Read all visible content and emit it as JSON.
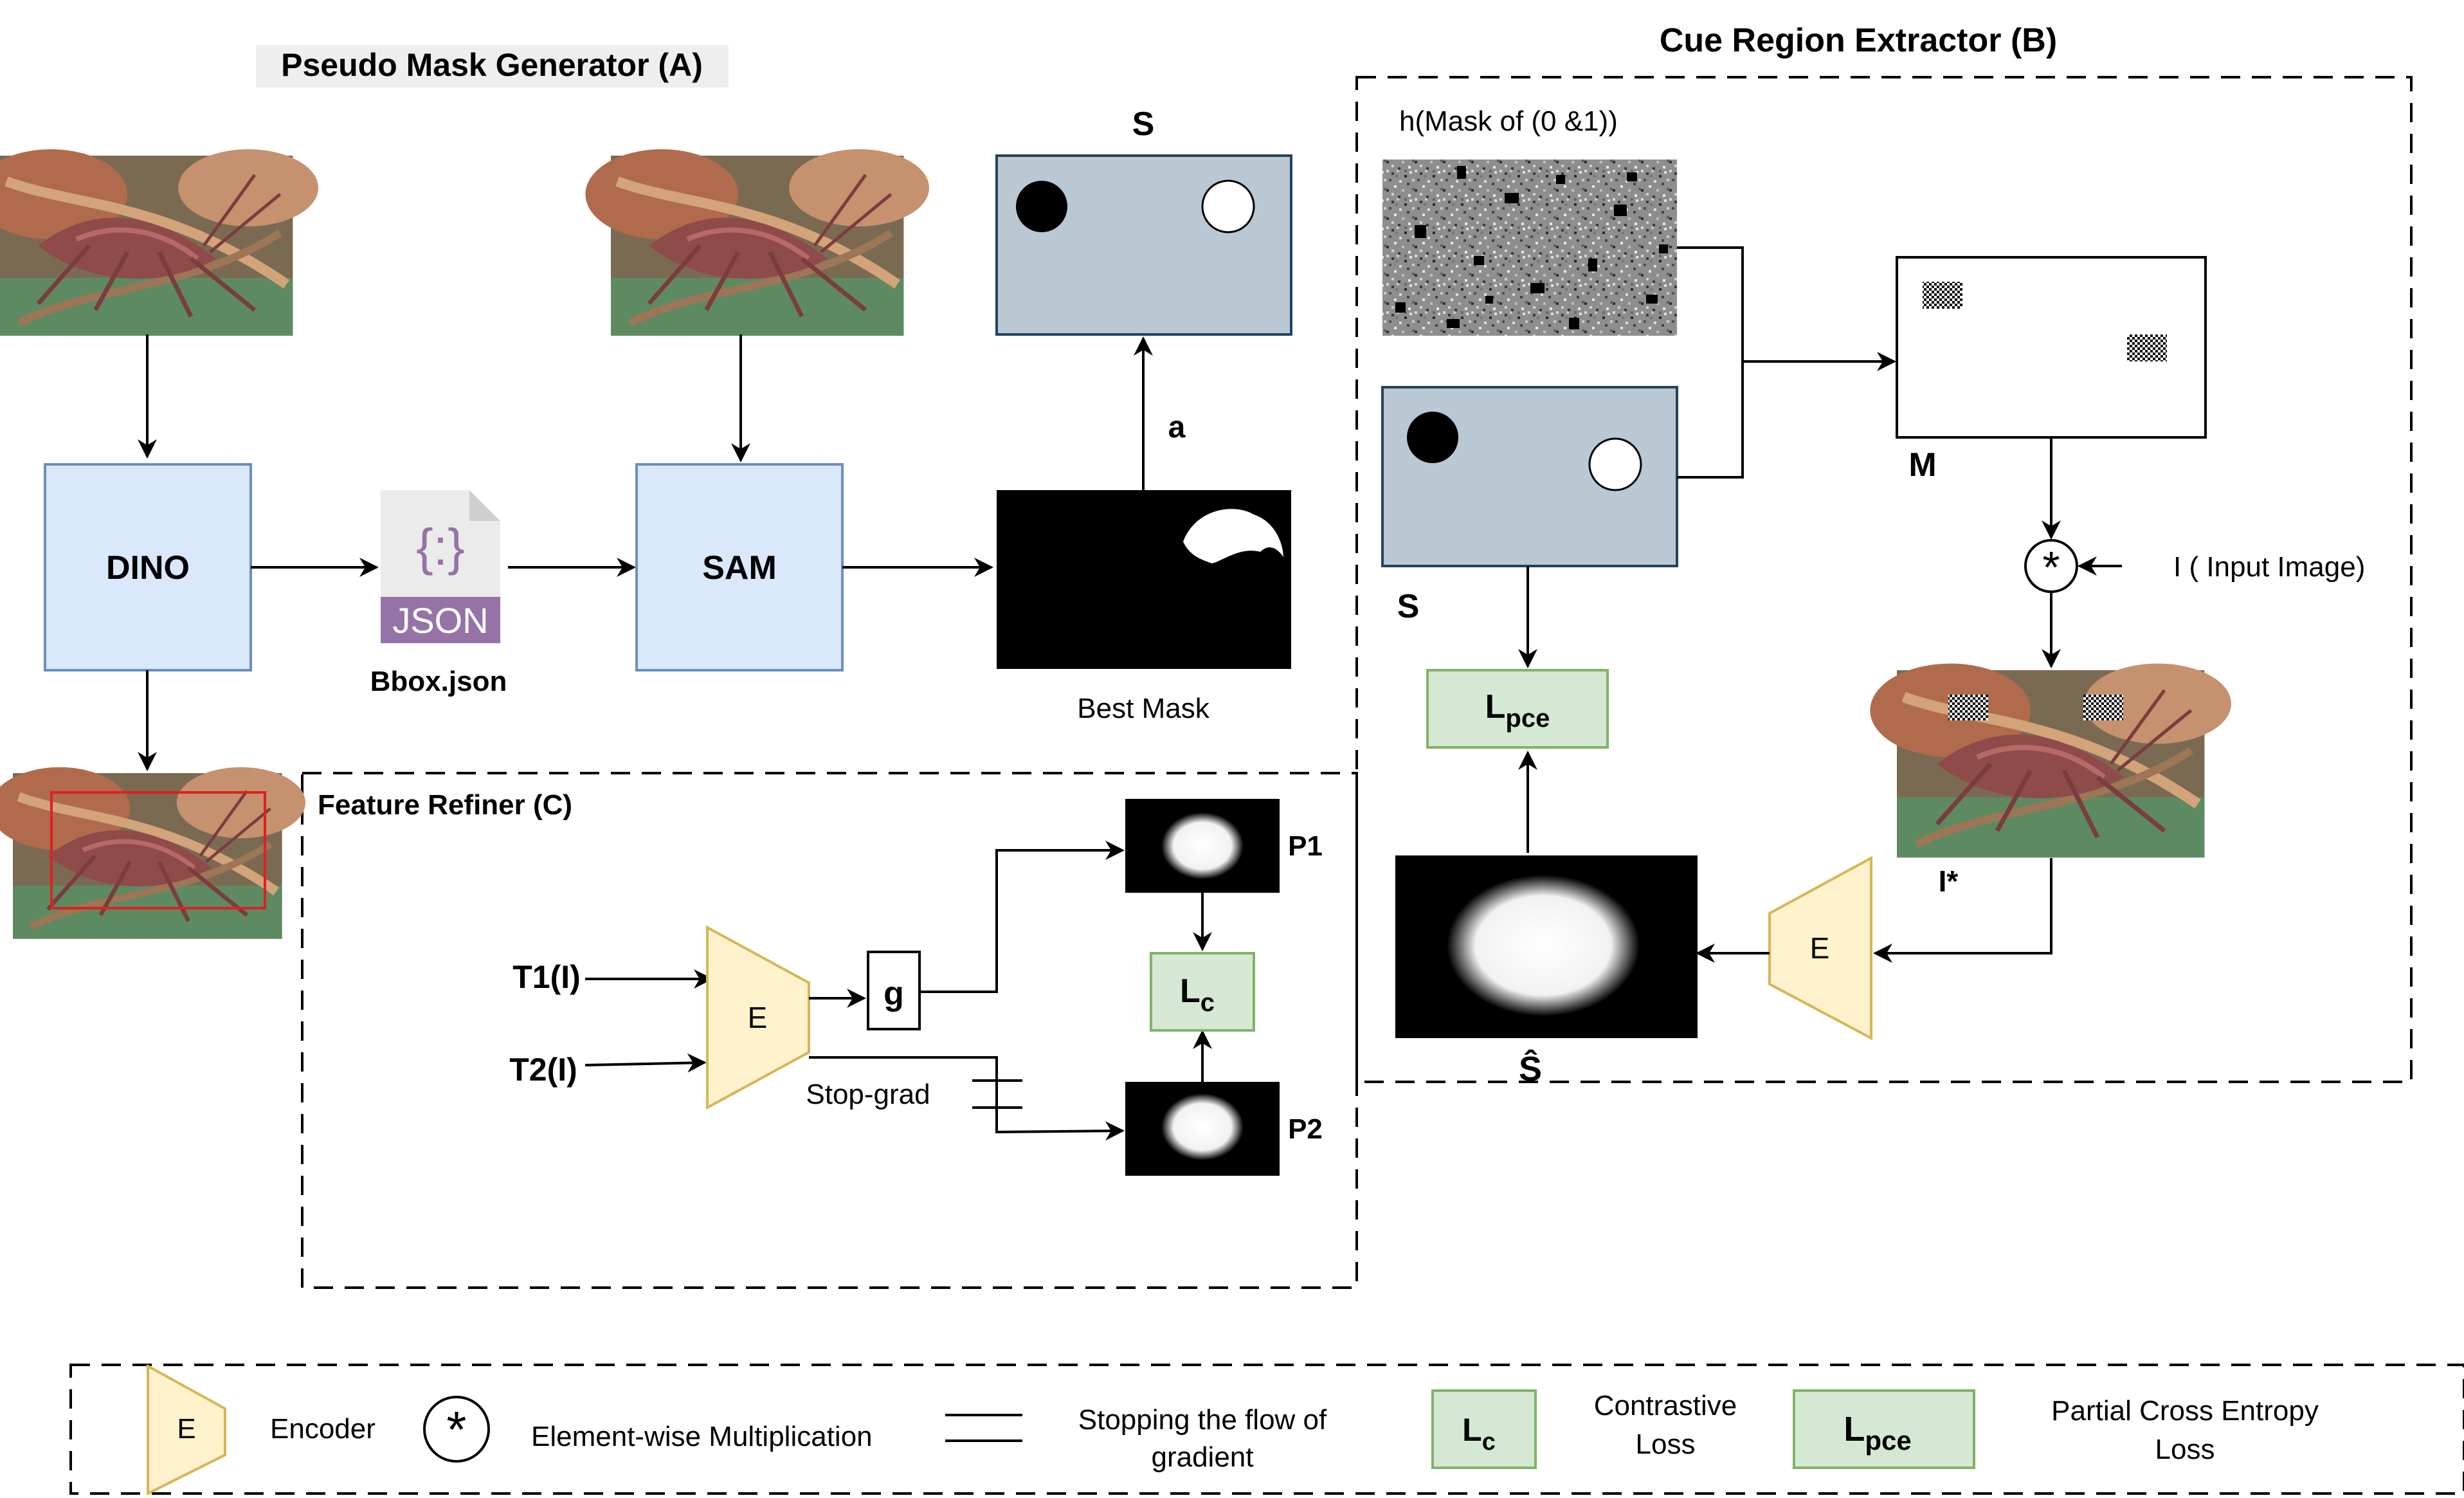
{
  "sections": {
    "pseudo_mask_generator": "Pseudo Mask Generator (A)",
    "cue_region_extractor": "Cue Region Extractor (B)",
    "feature_refiner": "Feature Refiner (C)"
  },
  "panel_a": {
    "dino": "DINO",
    "sam": "SAM",
    "json_glyph": "{:}",
    "json_badge": "JSON",
    "bbox_caption": "Bbox.json",
    "s_label": "S",
    "arrow_label": "a",
    "best_mask": "Best Mask"
  },
  "panel_b": {
    "noise_caption": "h(Mask of (0 &1))",
    "s_label": "S",
    "m_label": "M",
    "mult_symbol": "*",
    "input_image": "I ( Input Image)",
    "i_star": "I*",
    "encoder": "E",
    "lpce_main": "L",
    "lpce_sub": "pce",
    "s_hat": "Ŝ"
  },
  "panel_c": {
    "t1": "T1(I)",
    "t2": "T2(I)",
    "encoder": "E",
    "g": "g",
    "p1": "P1",
    "p2": "P2",
    "lc_main": "L",
    "lc_sub": "c",
    "stop_grad": "Stop-grad"
  },
  "legend": {
    "encoder_symbol": "E",
    "encoder_label": "Encoder",
    "mult_symbol": "*",
    "mult_label": "Element-wise Multiplication",
    "stop_label_line1": "Stopping the flow of",
    "stop_label_line2": "gradient",
    "lc_main": "L",
    "lc_sub": "c",
    "lc_label_line1": "Contrastive",
    "lc_label_line2": "Loss",
    "lpce_main": "L",
    "lpce_sub": "pce",
    "lpce_label_line1": "Partial Cross Entropy",
    "lpce_label_line2": "Loss"
  },
  "colors": {
    "blue_fill": "#dae8fc",
    "blue_stroke": "#6c8ebf",
    "green_fill": "#d5e8d4",
    "green_stroke": "#82b366",
    "yellow_fill": "#fff2cc",
    "yellow_stroke": "#d6b656",
    "slate_fill": "#bac8d3",
    "slate_stroke": "#23445d",
    "json_purple": "#9673a6"
  }
}
